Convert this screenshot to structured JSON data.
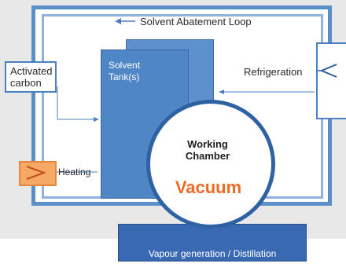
{
  "diagram": {
    "loop_label": "Solvent Abatement Loop",
    "activated_carbon": "Activated\ncarbon",
    "refrigeration": "Refrigeration",
    "tank_label": "Solvent\nTank(s)",
    "heating": "Heating",
    "chamber_title": "Working\nChamber",
    "vacuum": "Vacuum",
    "distillation": "Vapour generation / Distillation"
  },
  "colors": {
    "frame": "#5b8fc8",
    "tank": "#4f86c6",
    "chamber_border": "#2f62a3",
    "vacuum_text": "#ef6a25",
    "heating": "#f6a865",
    "distillation_box": "#3a69b3"
  }
}
